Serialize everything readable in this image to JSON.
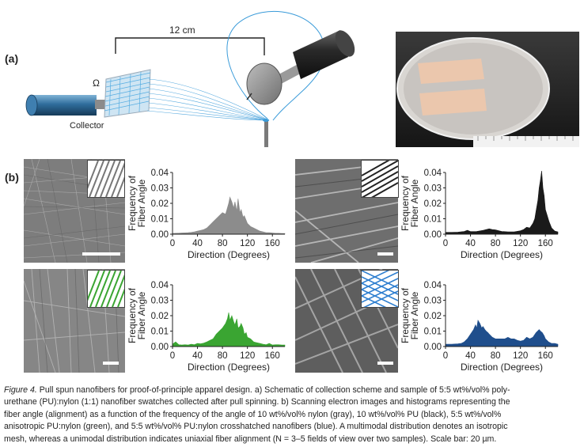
{
  "panel_labels": {
    "a": "(a)",
    "b": "(b)"
  },
  "schematic": {
    "distance_label": "12 cm",
    "omega_label": "Ω",
    "collector_label": "Collector"
  },
  "chart_data": [
    {
      "type": "area",
      "name": "nylon-gray",
      "color": "#8c8c8c",
      "xlabel": "Direction (Degrees)",
      "ylabel": "Frequency of Fiber Angle",
      "ylabel_lines": [
        "Frequency of",
        "Fiber Angle"
      ],
      "xlim": [
        0,
        180
      ],
      "ylim": [
        0,
        0.04
      ],
      "xticks": [
        "0",
        "40",
        "80",
        "120",
        "160"
      ],
      "yticks": [
        "0.00",
        "0.01",
        "0.02",
        "0.03",
        "0.04"
      ],
      "x": [
        0,
        5,
        10,
        15,
        20,
        25,
        30,
        35,
        40,
        45,
        50,
        55,
        60,
        65,
        70,
        75,
        80,
        85,
        90,
        92,
        95,
        98,
        100,
        103,
        105,
        108,
        110,
        113,
        115,
        120,
        125,
        130,
        135,
        140,
        145,
        150,
        155,
        160,
        165,
        170,
        175,
        180
      ],
      "y": [
        0.0005,
        0.0006,
        0.0007,
        0.0008,
        0.0009,
        0.001,
        0.0012,
        0.0015,
        0.002,
        0.0025,
        0.003,
        0.004,
        0.006,
        0.008,
        0.01,
        0.012,
        0.014,
        0.013,
        0.02,
        0.024,
        0.021,
        0.017,
        0.021,
        0.015,
        0.023,
        0.014,
        0.016,
        0.011,
        0.012,
        0.007,
        0.005,
        0.004,
        0.003,
        0.002,
        0.0015,
        0.001,
        0.001,
        0.0008,
        0.0006,
        0.0006,
        0.0005,
        0.0005
      ]
    },
    {
      "type": "area",
      "name": "pu-black",
      "color": "#1a1a1a",
      "xlabel": "Direction (Degrees)",
      "ylabel": "Frequency of Fiber Angle",
      "ylabel_lines": [
        "Frequency of",
        "Fiber Angle"
      ],
      "xlim": [
        0,
        180
      ],
      "ylim": [
        0,
        0.04
      ],
      "xticks": [
        "0",
        "40",
        "80",
        "120",
        "160"
      ],
      "yticks": [
        "0.00",
        "0.01",
        "0.02",
        "0.03",
        "0.04"
      ],
      "x": [
        0,
        10,
        20,
        30,
        35,
        40,
        50,
        60,
        70,
        75,
        80,
        90,
        100,
        110,
        120,
        125,
        130,
        135,
        140,
        143,
        145,
        148,
        150,
        152,
        154,
        156,
        158,
        160,
        163,
        166,
        170,
        175,
        180
      ],
      "y": [
        0.0012,
        0.0012,
        0.0013,
        0.0018,
        0.0025,
        0.0017,
        0.0018,
        0.0025,
        0.0035,
        0.003,
        0.0028,
        0.0018,
        0.0015,
        0.0015,
        0.0022,
        0.003,
        0.0045,
        0.004,
        0.007,
        0.01,
        0.015,
        0.022,
        0.03,
        0.035,
        0.041,
        0.03,
        0.025,
        0.016,
        0.012,
        0.008,
        0.004,
        0.002,
        0.0015
      ]
    },
    {
      "type": "area",
      "name": "anisotropic-green",
      "color": "#3aa532",
      "xlabel": "Direction (Degrees)",
      "ylabel": "Frequency of Fiber Angle",
      "ylabel_lines": [
        "Frequency of",
        "Fiber Angle"
      ],
      "xlim": [
        0,
        180
      ],
      "ylim": [
        0,
        0.04
      ],
      "xticks": [
        "0",
        "40",
        "80",
        "120",
        "160"
      ],
      "yticks": [
        "0.00",
        "0.01",
        "0.02",
        "0.03",
        "0.04"
      ],
      "x": [
        0,
        5,
        10,
        15,
        20,
        25,
        30,
        35,
        40,
        45,
        50,
        55,
        60,
        65,
        70,
        75,
        80,
        85,
        88,
        90,
        92,
        95,
        98,
        100,
        103,
        105,
        108,
        110,
        113,
        115,
        118,
        120,
        125,
        130,
        135,
        140,
        145,
        150,
        155,
        160,
        165,
        170,
        175,
        180
      ],
      "y": [
        0.0015,
        0.003,
        0.0012,
        0.001,
        0.0012,
        0.001,
        0.0015,
        0.0012,
        0.002,
        0.0018,
        0.0022,
        0.003,
        0.004,
        0.005,
        0.008,
        0.01,
        0.012,
        0.015,
        0.018,
        0.022,
        0.017,
        0.02,
        0.016,
        0.014,
        0.018,
        0.012,
        0.013,
        0.015,
        0.012,
        0.008,
        0.009,
        0.006,
        0.005,
        0.003,
        0.0025,
        0.002,
        0.0015,
        0.0012,
        0.002,
        0.001,
        0.0012,
        0.0012,
        0.001,
        0.001
      ]
    },
    {
      "type": "area",
      "name": "crosshatched-blue",
      "color": "#1f4e8c",
      "xlabel": "Direction (Degrees)",
      "ylabel": "Frequency of Fiber Angle",
      "ylabel_lines": [
        "Frequency of",
        "Fiber Angle"
      ],
      "xlim": [
        0,
        180
      ],
      "ylim": [
        0,
        0.04
      ],
      "xticks": [
        "0",
        "40",
        "80",
        "120",
        "160"
      ],
      "yticks": [
        "0.00",
        "0.01",
        "0.02",
        "0.03",
        "0.04"
      ],
      "x": [
        0,
        10,
        20,
        25,
        30,
        35,
        40,
        45,
        48,
        50,
        52,
        55,
        58,
        60,
        63,
        65,
        68,
        70,
        75,
        80,
        85,
        90,
        95,
        100,
        105,
        110,
        115,
        120,
        125,
        130,
        135,
        140,
        145,
        150,
        152,
        155,
        158,
        160,
        165,
        170,
        175,
        180
      ],
      "y": [
        0.0015,
        0.0015,
        0.0018,
        0.002,
        0.003,
        0.005,
        0.008,
        0.011,
        0.014,
        0.012,
        0.017,
        0.015,
        0.012,
        0.013,
        0.011,
        0.01,
        0.009,
        0.008,
        0.006,
        0.005,
        0.005,
        0.005,
        0.005,
        0.006,
        0.005,
        0.005,
        0.004,
        0.0035,
        0.004,
        0.006,
        0.005,
        0.006,
        0.009,
        0.011,
        0.01,
        0.009,
        0.007,
        0.005,
        0.003,
        0.002,
        0.002,
        0.0015
      ]
    }
  ],
  "caption": {
    "label": "Figure 4.",
    "lines": [
      "  Pull spun nanofibers for proof-of-principle apparel design. a) Schematic of collection scheme and sample of 5:5 wt%/vol% poly-",
      "urethane (PU):nylon (1:1) nanofiber swatches collected after pull spinning. b) Scanning electron images and histograms representing the",
      "fiber angle (alignment) as a function of the frequency of the angle of 10 wt%/vol% nylon (gray), 10 wt%/vol% PU (black), 5:5 wt%/vol%",
      "anisotropic PU:nylon (green), and 5:5 wt%/vol% PU:nylon crosshatched nanofibers (blue). A multimodal distribution denotes an isotropic",
      "mesh, whereas a unimodal distribution indicates uniaxial fiber alignment (N = 3–5 fields of view over two samples). Scale bar: 20 µm."
    ]
  }
}
